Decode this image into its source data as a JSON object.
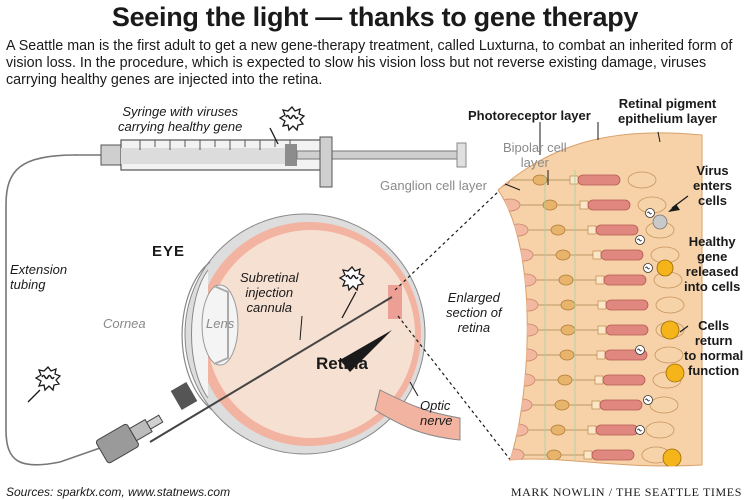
{
  "title": "Seeing the light — thanks to gene therapy",
  "intro": "A Seattle man is the first adult to get a new gene-therapy treatment, called Luxturna, to combat an inherited form of vision loss. In the procedure, which is expected to slow his vision loss but not reverse existing damage, viruses carrying healthy genes are injected into the retina.",
  "labels": {
    "syringe": [
      "Syringe with viruses",
      "carrying healthy gene"
    ],
    "extension_tubing": [
      "Extension",
      "tubing"
    ],
    "eye": "EYE",
    "cornea": "Cornea",
    "lens": "Lens",
    "cannula": [
      "Subretinal",
      "injection",
      "cannula"
    ],
    "retina": "Retina",
    "optic_nerve": [
      "Optic",
      "nerve"
    ],
    "enlarged": [
      "Enlarged",
      "section of",
      "retina"
    ],
    "photoreceptor": "Photoreceptor layer",
    "rpe": [
      "Retinal pigment",
      "epithelium layer"
    ],
    "bipolar": [
      "Bipolar cell",
      "layer"
    ],
    "ganglion": "Ganglion cell layer",
    "virus_enters": [
      "Virus",
      "enters",
      "cells"
    ],
    "gene_released": [
      "Healthy",
      "gene",
      "released",
      "into cells"
    ],
    "cells_return": [
      "Cells",
      "return",
      "to normal",
      "function"
    ]
  },
  "sources": "Sources: sparktx.com, www.statnews.com",
  "credit": "MARK NOWLIN / THE SEATTLE TIMES",
  "colors": {
    "retina_band": "#f7d2a8",
    "eye_fill": "#f6e0d2",
    "eye_outline": "#9a9a9a",
    "photoreceptor": "#e0877f",
    "rpe_cell": "#f6d3a9",
    "bipolar_cell": "#e8b36a",
    "ganglion_cell": "#f3b9a0",
    "gene": "#f4b41a",
    "syringe": "#d9d9d9"
  },
  "icons": [
    "virus-burst-icon"
  ]
}
